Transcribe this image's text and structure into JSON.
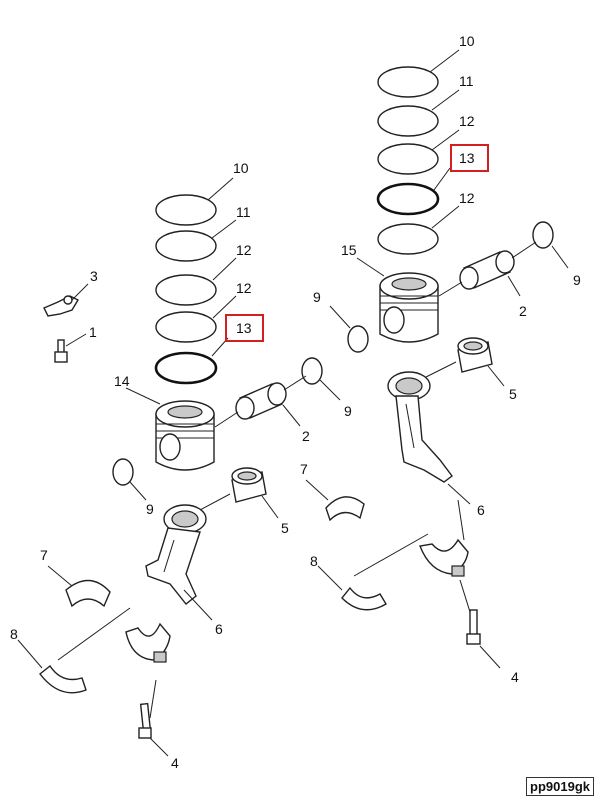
{
  "figure_id": "pp9019gk",
  "callouts": {
    "left": {
      "c10": "10",
      "c11": "11",
      "c12a": "12",
      "c12b": "12",
      "c13": "13",
      "c14": "14",
      "c3": "3",
      "c1": "1",
      "c2": "2",
      "c9a": "9",
      "c9b": "9",
      "c5": "5",
      "c6": "6",
      "c7": "7",
      "c8": "8",
      "c4": "4"
    },
    "right": {
      "c10": "10",
      "c11": "11",
      "c12a": "12",
      "c13": "13",
      "c12b": "12",
      "c15": "15",
      "c9a": "9",
      "c9b": "9",
      "c2": "2",
      "c5": "5",
      "c6": "6",
      "c7": "7",
      "c8": "8",
      "c4": "4"
    }
  },
  "highlight_color": "#d21f1f"
}
